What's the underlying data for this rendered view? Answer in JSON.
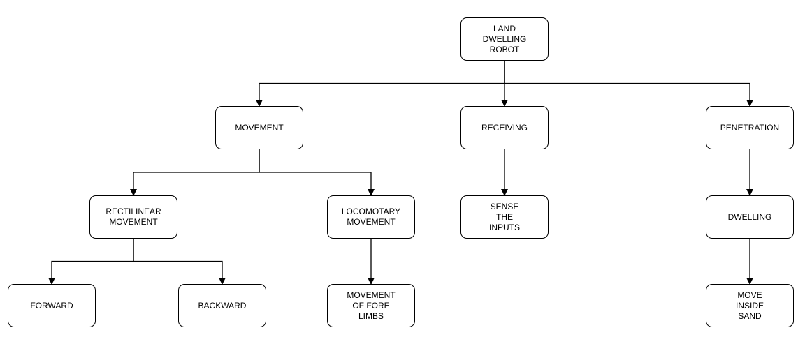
{
  "diagram": {
    "nodes": {
      "root": "LAND\nDWELLING\nROBOT",
      "movement": "MOVEMENT",
      "receiving": "RECEIVING",
      "penetration": "PENETRATION",
      "rectilinear": "RECTILINEAR\nMOVEMENT",
      "locomotary": "LOCOMOTARY\nMOVEMENT",
      "sense": "SENSE\nTHE\nINPUTS",
      "dwelling": "DWELLING",
      "forward": "FORWARD",
      "backward": "BACKWARD",
      "fore_limbs": "MOVEMENT\nOF FORE\nLIMBS",
      "move_sand": "MOVE\nINSIDE\nSAND"
    },
    "edges": [
      [
        "root",
        "movement"
      ],
      [
        "root",
        "receiving"
      ],
      [
        "root",
        "penetration"
      ],
      [
        "movement",
        "rectilinear"
      ],
      [
        "movement",
        "locomotary"
      ],
      [
        "receiving",
        "sense"
      ],
      [
        "penetration",
        "dwelling"
      ],
      [
        "rectilinear",
        "forward"
      ],
      [
        "rectilinear",
        "backward"
      ],
      [
        "locomotary",
        "fore_limbs"
      ],
      [
        "dwelling",
        "move_sand"
      ]
    ]
  }
}
